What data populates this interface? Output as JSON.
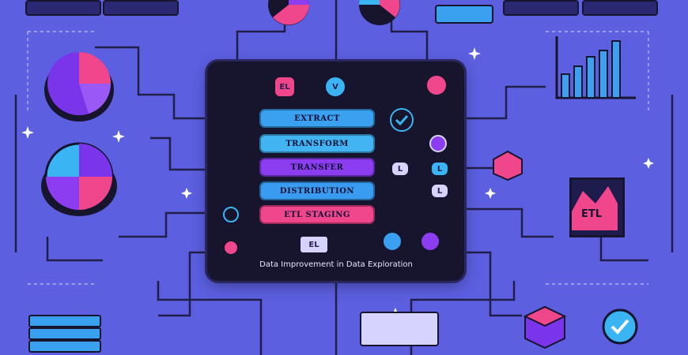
{
  "panel": {
    "top_nodes": [
      "EL",
      "V",
      ""
    ],
    "steps": [
      {
        "label": "EXTRACT",
        "color": "#3aa0f0"
      },
      {
        "label": "TRANSFORM",
        "color": "#42b4f2"
      },
      {
        "label": "TRANSFER",
        "color": "#8d3df0"
      },
      {
        "label": "DISTRIBUTION",
        "color": "#3a9cf0"
      },
      {
        "label": "ETL STAGING",
        "color": "#f0468c"
      }
    ],
    "mini_nodes": [
      "L",
      "L",
      "L"
    ],
    "bottom_node": "EL",
    "caption": "Data Improvement in Data Exploration"
  },
  "right_badge": {
    "label": "ETL"
  },
  "colors": {
    "background": "#5b5fe0",
    "panel": "#17152e",
    "pink": "#f0468c",
    "cyan": "#3ab4f2",
    "purple": "#8d3df0",
    "dark": "#17152e"
  },
  "icons": [
    "pie-chart-icon",
    "bar-chart-icon",
    "database-icon",
    "checkmark-icon",
    "server-icon"
  ]
}
